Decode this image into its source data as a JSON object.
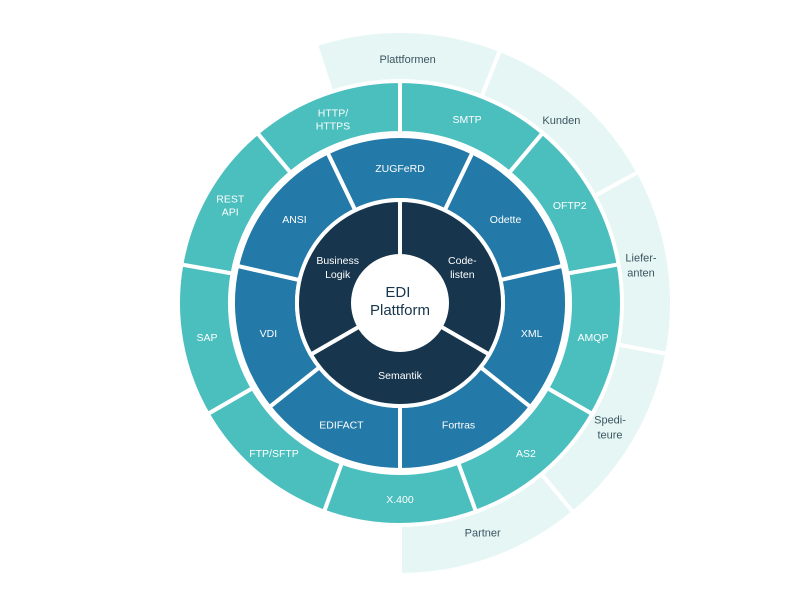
{
  "diagram": {
    "center": {
      "lines": [
        "EDI",
        "Plattform"
      ]
    },
    "ring_core": [
      {
        "name": "segment-code-listen",
        "lines": [
          "Code-",
          "listen"
        ]
      },
      {
        "name": "segment-semantik",
        "lines": [
          "Semantik"
        ]
      },
      {
        "name": "segment-business-logik",
        "lines": [
          "Business",
          "Logik"
        ]
      }
    ],
    "ring_formats": [
      {
        "name": "segment-odette",
        "lines": [
          "Odette"
        ]
      },
      {
        "name": "segment-xml",
        "lines": [
          "XML"
        ]
      },
      {
        "name": "segment-fortras",
        "lines": [
          "Fortras"
        ]
      },
      {
        "name": "segment-edifact",
        "lines": [
          "EDIFACT"
        ]
      },
      {
        "name": "segment-vdi",
        "lines": [
          "VDI"
        ]
      },
      {
        "name": "segment-ansi",
        "lines": [
          "ANSI"
        ]
      },
      {
        "name": "segment-zugferd",
        "lines": [
          "ZUGFeRD"
        ]
      }
    ],
    "ring_protocols": [
      {
        "name": "segment-smtp",
        "lines": [
          "SMTP"
        ]
      },
      {
        "name": "segment-oftp2",
        "lines": [
          "OFTP2"
        ]
      },
      {
        "name": "segment-amqp",
        "lines": [
          "AMQP"
        ]
      },
      {
        "name": "segment-as2",
        "lines": [
          "AS2"
        ]
      },
      {
        "name": "segment-x400",
        "lines": [
          "X.400"
        ]
      },
      {
        "name": "segment-ftp-sftp",
        "lines": [
          "FTP/SFTP"
        ]
      },
      {
        "name": "segment-sap",
        "lines": [
          "SAP"
        ]
      },
      {
        "name": "segment-rest-api",
        "lines": [
          "REST",
          "API"
        ]
      },
      {
        "name": "segment-http-https",
        "lines": [
          "HTTP/",
          "HTTPS"
        ]
      }
    ],
    "ring_partners": [
      {
        "name": "segment-plattformen",
        "lines": [
          "Plattformen"
        ]
      },
      {
        "name": "segment-kunden",
        "lines": [
          "Kunden"
        ]
      },
      {
        "name": "segment-lieferanten",
        "lines": [
          "Liefer-",
          "anten"
        ]
      },
      {
        "name": "segment-spediteure",
        "lines": [
          "Spedi-",
          "teure"
        ]
      },
      {
        "name": "segment-partner",
        "lines": [
          "Partner"
        ]
      }
    ],
    "colors": {
      "center_fill": "#ffffff",
      "center_text": "#17354c",
      "core": "#17354c",
      "formats": "#2379a8",
      "protocols": "#4bbfbe",
      "partners": "#e6f6f5",
      "partners_text": "#3a5560",
      "separator": "#ffffff"
    }
  }
}
